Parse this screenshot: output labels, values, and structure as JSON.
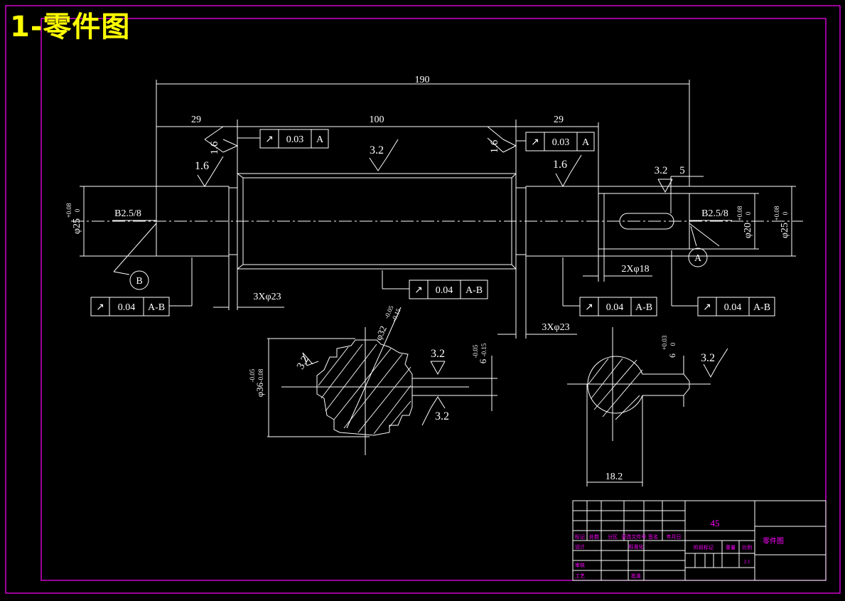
{
  "heading": "1-零件图",
  "colors": {
    "background": "#000000",
    "lines": "#ffffff",
    "frame": "#ff00ff",
    "heading": "#ffff00",
    "title_block_text": "#ff00ff"
  },
  "dimensions": {
    "overall_length": "190",
    "left_journal_len": "29",
    "middle_len": "100",
    "right_journal_len": "29",
    "left_dia": "φ25",
    "left_tol_upper": "+0.08",
    "left_tol_lower": "0",
    "right_dia_1": "φ20",
    "right_tol_upper_1": "+0.08",
    "right_tol_lower_1": "0",
    "right_dia_2": "φ25",
    "right_tol_upper_2": "+0.08",
    "right_tol_lower_2": "0",
    "center_hole_left": "B2.5/8",
    "center_hole_right": "B2.5/8",
    "groove_left": "3Xφ23",
    "groove_right": "3Xφ23",
    "groove_key": "2Xφ18",
    "key_width": "5",
    "spline_outer": "φ36",
    "spline_outer_tol_upper": "-0.05",
    "spline_outer_tol_lower": "-0.08",
    "spline_inner": "φ32",
    "spline_inner_tol_upper": "-0.05",
    "spline_inner_tol_lower": "-0.15",
    "spline_width": "6",
    "spline_width_tol_upper": "-0.05",
    "spline_width_tol_lower": "-0.15",
    "key_section_width": "6",
    "key_section_tol_upper": "+0.03",
    "key_section_tol_lower": "0",
    "key_depth": "18.2"
  },
  "roughness": {
    "top_spline": "3.2",
    "left_shoulder": "1.6",
    "left_journal": "1.6",
    "right_shoulder": "1.6",
    "right_journal": "1.6",
    "keyway": "3.2",
    "spline_left": "3.2",
    "spline_right_top": "3.2",
    "spline_right_bottom": "3.2",
    "key_section": "3.2"
  },
  "tolerances": {
    "left_top": {
      "value": "0.03",
      "datum": "A"
    },
    "right_top": {
      "value": "0.03",
      "datum": "A"
    },
    "left_bottom": {
      "value": "0.04",
      "datum": "A-B"
    },
    "middle_bottom": {
      "value": "0.04",
      "datum": "A-B"
    },
    "right_bottom_1": {
      "value": "0.04",
      "datum": "A-B"
    },
    "right_bottom_2": {
      "value": "0.04",
      "datum": "A-B"
    }
  },
  "datums": {
    "A": "A",
    "B": "B"
  },
  "title_block": {
    "material": "45",
    "drawing_name": "零件图",
    "row_labels": [
      "标记",
      "处数",
      "分区",
      "更改文件号",
      "签名",
      "年月日"
    ],
    "designer": "设计",
    "standardize": "标准化",
    "stage_mark": "阶段标记",
    "weight": "重量",
    "scale": "比例",
    "checker": "审核",
    "process": "工艺",
    "approve": "批准",
    "scale_value": "2:1"
  }
}
